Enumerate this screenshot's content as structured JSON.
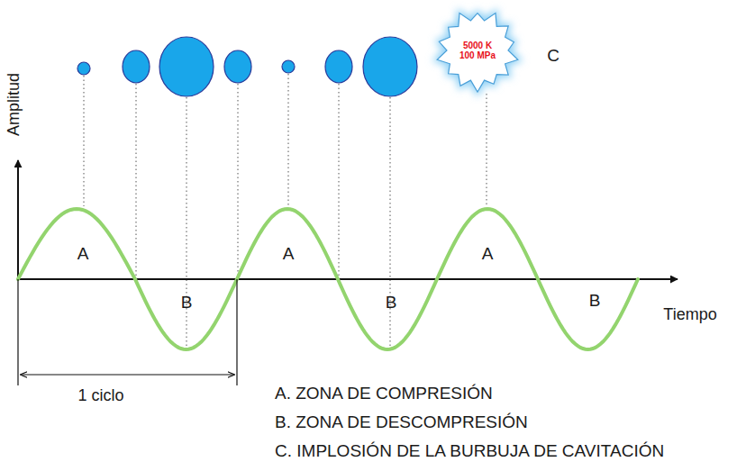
{
  "diagram": {
    "nodes": [
      {
        "text": [
          "5000 K",
          "100 MPa"
        ]
      }
    ],
    "labels": [
      "Amplitud",
      "C",
      "A",
      "A",
      "A",
      "B",
      "B",
      "B",
      "Tiempo",
      "1 ciclo",
      "A. ZONA DE COMPRESIÓN",
      "B. ZONA DE DESCOMPRESIÓN",
      "C. IMPLOSIÓN DE LA BURBUJA DE CAVITACIÓN"
    ]
  }
}
